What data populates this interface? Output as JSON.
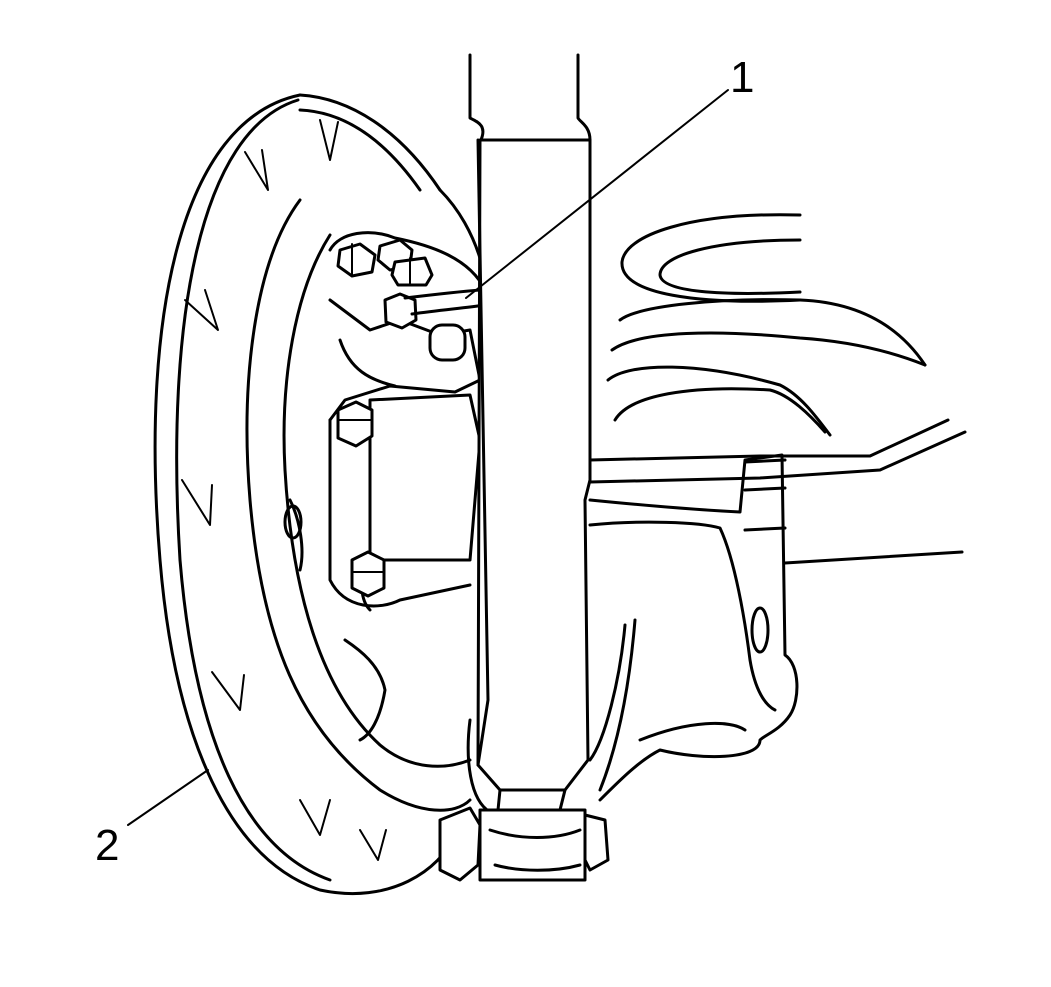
{
  "diagram": {
    "callouts": [
      {
        "id": 1,
        "label": "1"
      },
      {
        "id": 2,
        "label": "2"
      }
    ]
  }
}
